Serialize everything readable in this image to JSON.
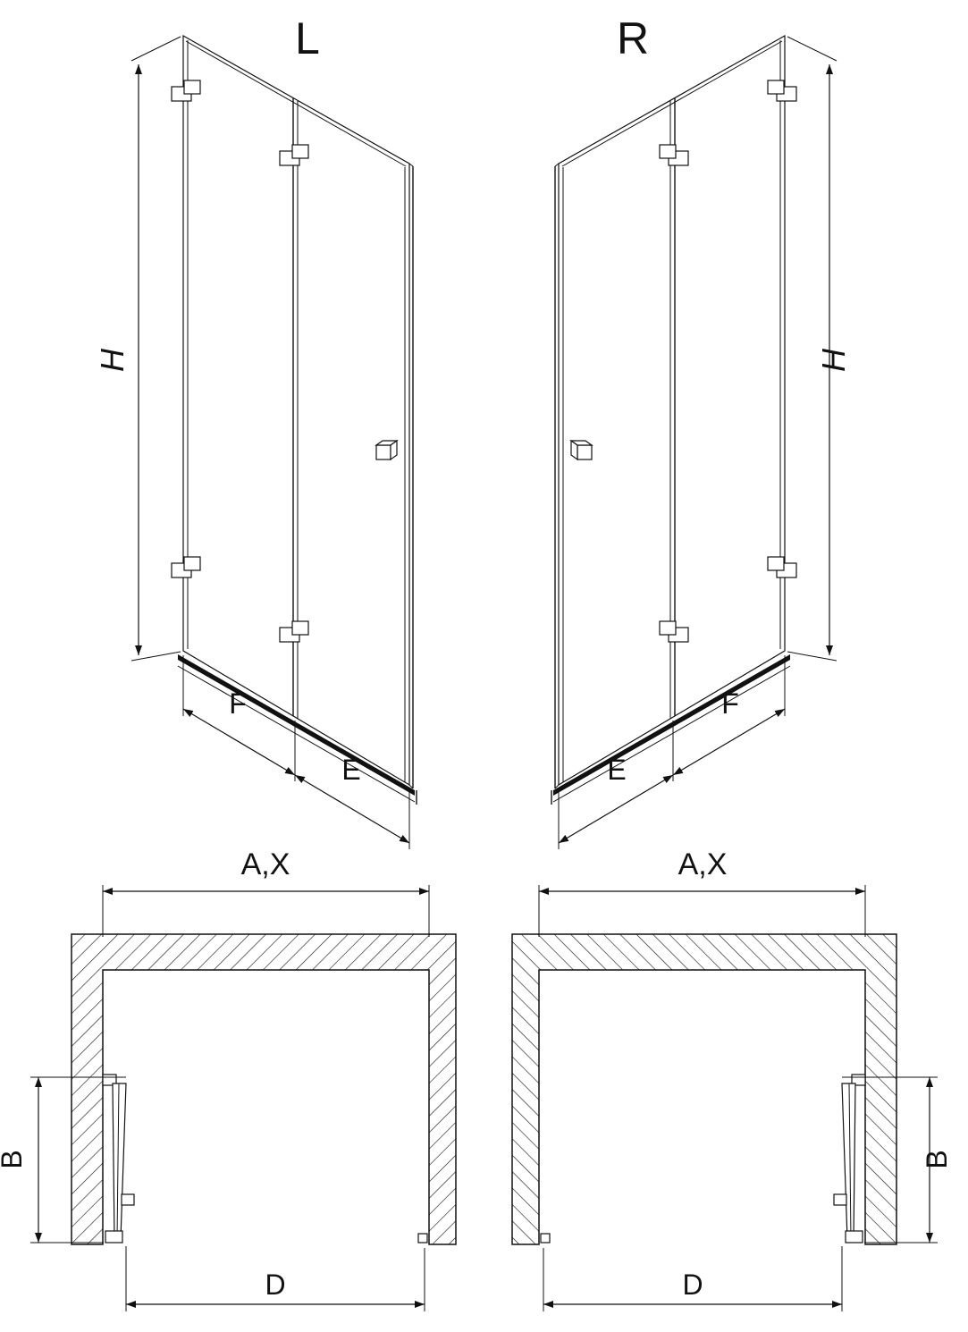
{
  "diagram": {
    "labels": {
      "left_variant": "L",
      "right_variant": "R",
      "height": "H",
      "fold_width": "F",
      "entry_panel_width": "E",
      "overall_width": "A,X",
      "depth": "B",
      "opening_width": "D"
    },
    "colors": {
      "line": "#111111",
      "background": "#ffffff"
    }
  }
}
